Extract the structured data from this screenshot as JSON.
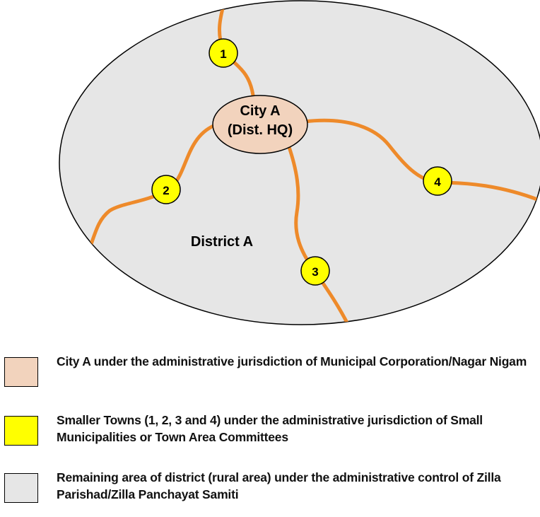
{
  "diagram": {
    "region_label": "District A",
    "city": {
      "line1": "City A",
      "line2": "(Dist. HQ)"
    },
    "towns": [
      "1",
      "2",
      "3",
      "4"
    ]
  },
  "legend": [
    {
      "color": "#f2d3bd",
      "text": "City A under the administrative jurisdiction of Municipal Corporation/Nagar Nigam"
    },
    {
      "color": "#ffff00",
      "text": "Smaller Towns (1, 2, 3 and 4) under the administrative jurisdiction of Small Municipalities or Town Area Committees"
    },
    {
      "color": "#e6e6e6",
      "text": "Remaining area of district (rural area) under the administrative control of Zilla Parishad/Zilla Panchayat Samiti"
    }
  ],
  "colors": {
    "district_fill": "#e6e6e6",
    "city_fill": "#f2d3bd",
    "town_fill": "#ffff00",
    "road": "#ee8a2a"
  }
}
